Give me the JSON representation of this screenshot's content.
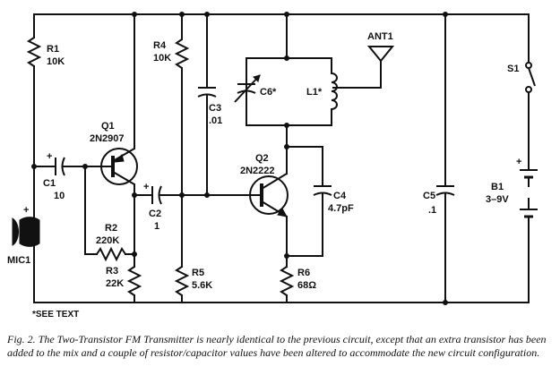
{
  "components": {
    "r1": {
      "ref": "R1",
      "value": "10K"
    },
    "r2": {
      "ref": "R2",
      "value": "220K"
    },
    "r3": {
      "ref": "R3",
      "value": "22K"
    },
    "r4": {
      "ref": "R4",
      "value": "10K"
    },
    "r5": {
      "ref": "R5",
      "value": "5.6K"
    },
    "r6": {
      "ref": "R6",
      "value": "68Ω"
    },
    "c1": {
      "ref": "C1",
      "value": "10"
    },
    "c2": {
      "ref": "C2",
      "value": "1"
    },
    "c3": {
      "ref": "C3",
      "value": ".01"
    },
    "c4": {
      "ref": "C4",
      "value": "4.7pF"
    },
    "c5": {
      "ref": "C5",
      "value": ".1"
    },
    "c6": {
      "ref": "C6*"
    },
    "l1": {
      "ref": "L1*"
    },
    "q1": {
      "ref": "Q1",
      "part": "2N2907"
    },
    "q2": {
      "ref": "Q2",
      "part": "2N2222"
    },
    "ant1": {
      "ref": "ANT1"
    },
    "mic1": {
      "ref": "MIC1"
    },
    "s1": {
      "ref": "S1"
    },
    "b1": {
      "ref": "B1",
      "value": "3–9V"
    }
  },
  "polarity": {
    "plus": "+"
  },
  "footnote": "*SEE TEXT",
  "caption": "Fig. 2. The Two-Transistor FM Transmitter is nearly identical to the previous circuit, except that an extra transistor has been added to the mix and a couple of resistor/capacitor values have been altered to accommodate the new circuit configuration."
}
